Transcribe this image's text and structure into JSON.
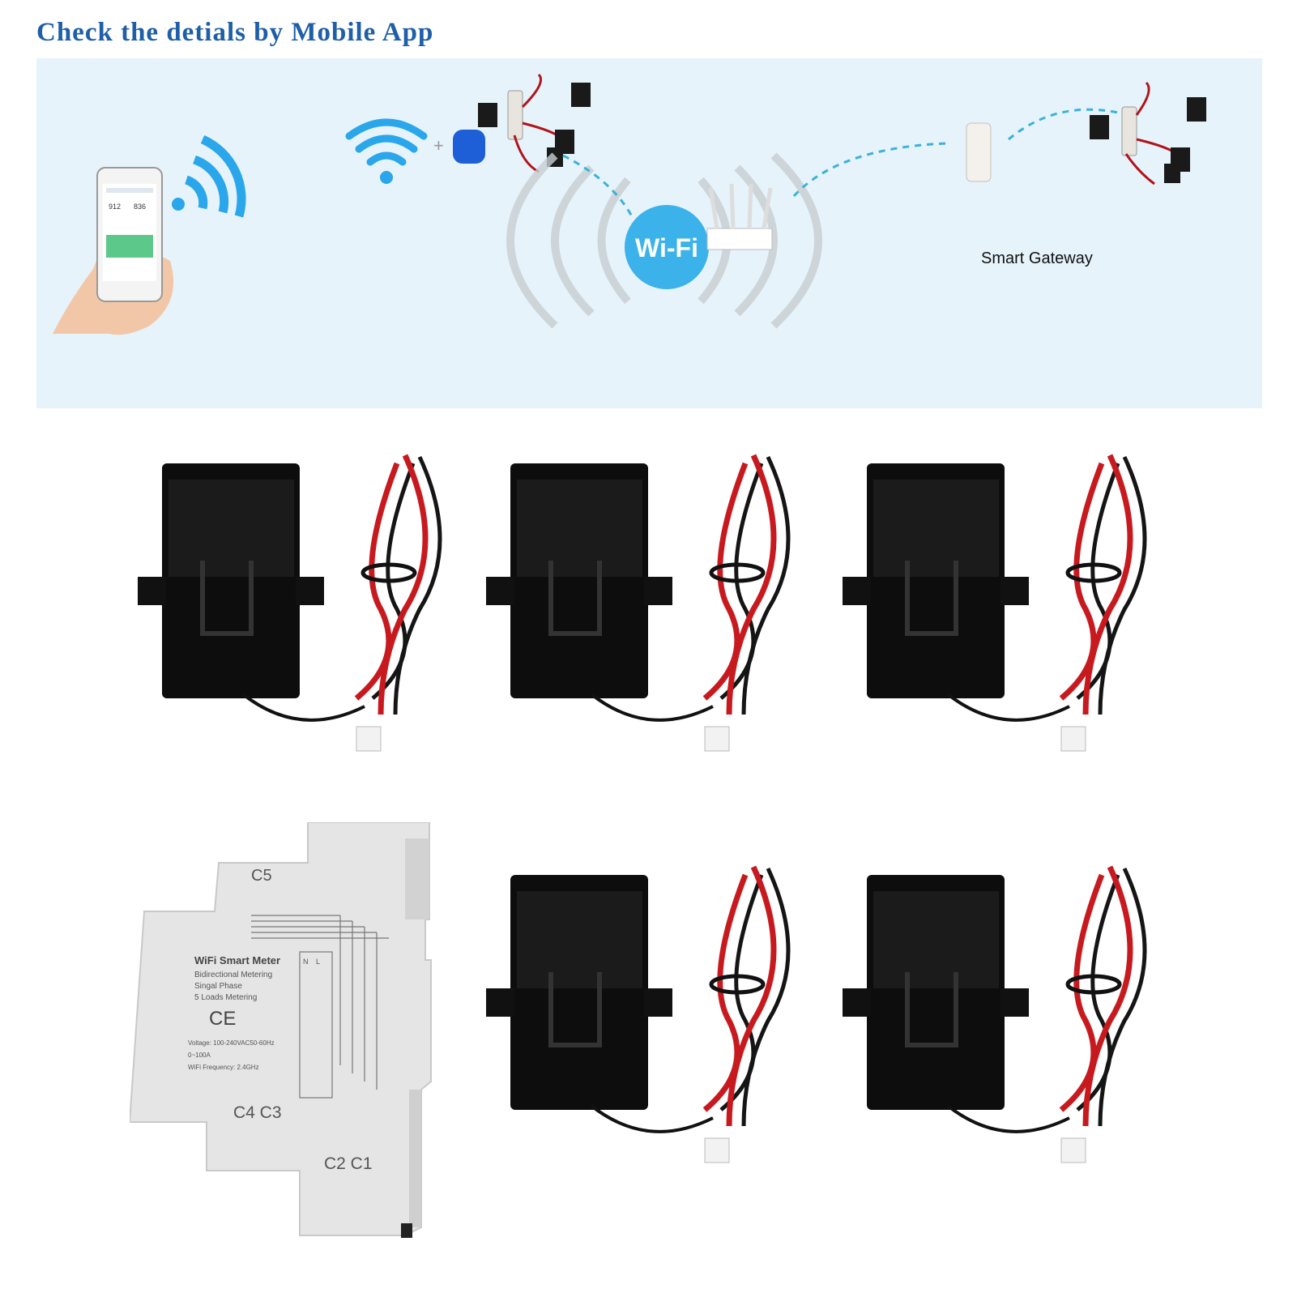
{
  "header": {
    "title": "Check the detials by Mobile App"
  },
  "diagram": {
    "wifi_badge": "Wi-Fi",
    "gateway_label": "Smart Gateway",
    "phone": {
      "reading_left": "912",
      "reading_right": "836"
    }
  },
  "meter": {
    "top_label": "C5",
    "bottom_label_1": "C4  C3",
    "bottom_label_2": "C2  C1",
    "name": "WiFi Smart Meter",
    "line1": "Bidirectional Metering",
    "line2": "Singal Phase",
    "line3": "5 Loads Metering",
    "mark": "CE",
    "spec1": "Voltage: 100-240VAC50-60Hz",
    "spec2": "0~100A",
    "spec3": "WiFi Frequency: 2.4GHz",
    "terminal_n": "N",
    "terminal_l": "L"
  },
  "colors": {
    "accent": "#1f5fa8",
    "banner_bg": "#e6f3fa",
    "wifi_blue": "#2aa6ea",
    "cable_red": "#d01820"
  }
}
